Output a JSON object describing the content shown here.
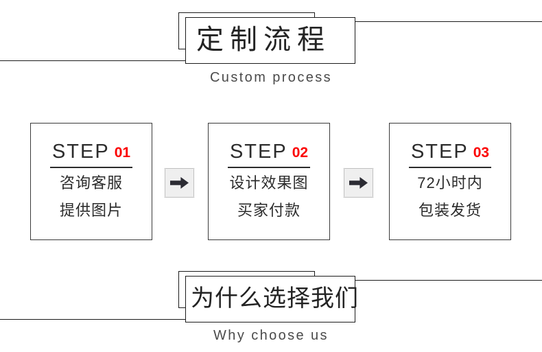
{
  "header": {
    "title": "定制流程",
    "subtitle": "Custom process"
  },
  "footer": {
    "title": "为什么选择我们",
    "subtitle": "Why choose us"
  },
  "steps": {
    "word": "STEP",
    "accent_color": "#fb0000",
    "items": [
      {
        "number": "01",
        "line1": "咨询客服",
        "line2": "提供图片"
      },
      {
        "number": "02",
        "line1": "设计效果图",
        "line2": "买家付款"
      },
      {
        "number": "03",
        "line1": "72小时内",
        "line2": "包装发货"
      }
    ]
  },
  "arrows": [
    {
      "icon": "arrow-right-icon"
    },
    {
      "icon": "arrow-right-icon"
    }
  ]
}
